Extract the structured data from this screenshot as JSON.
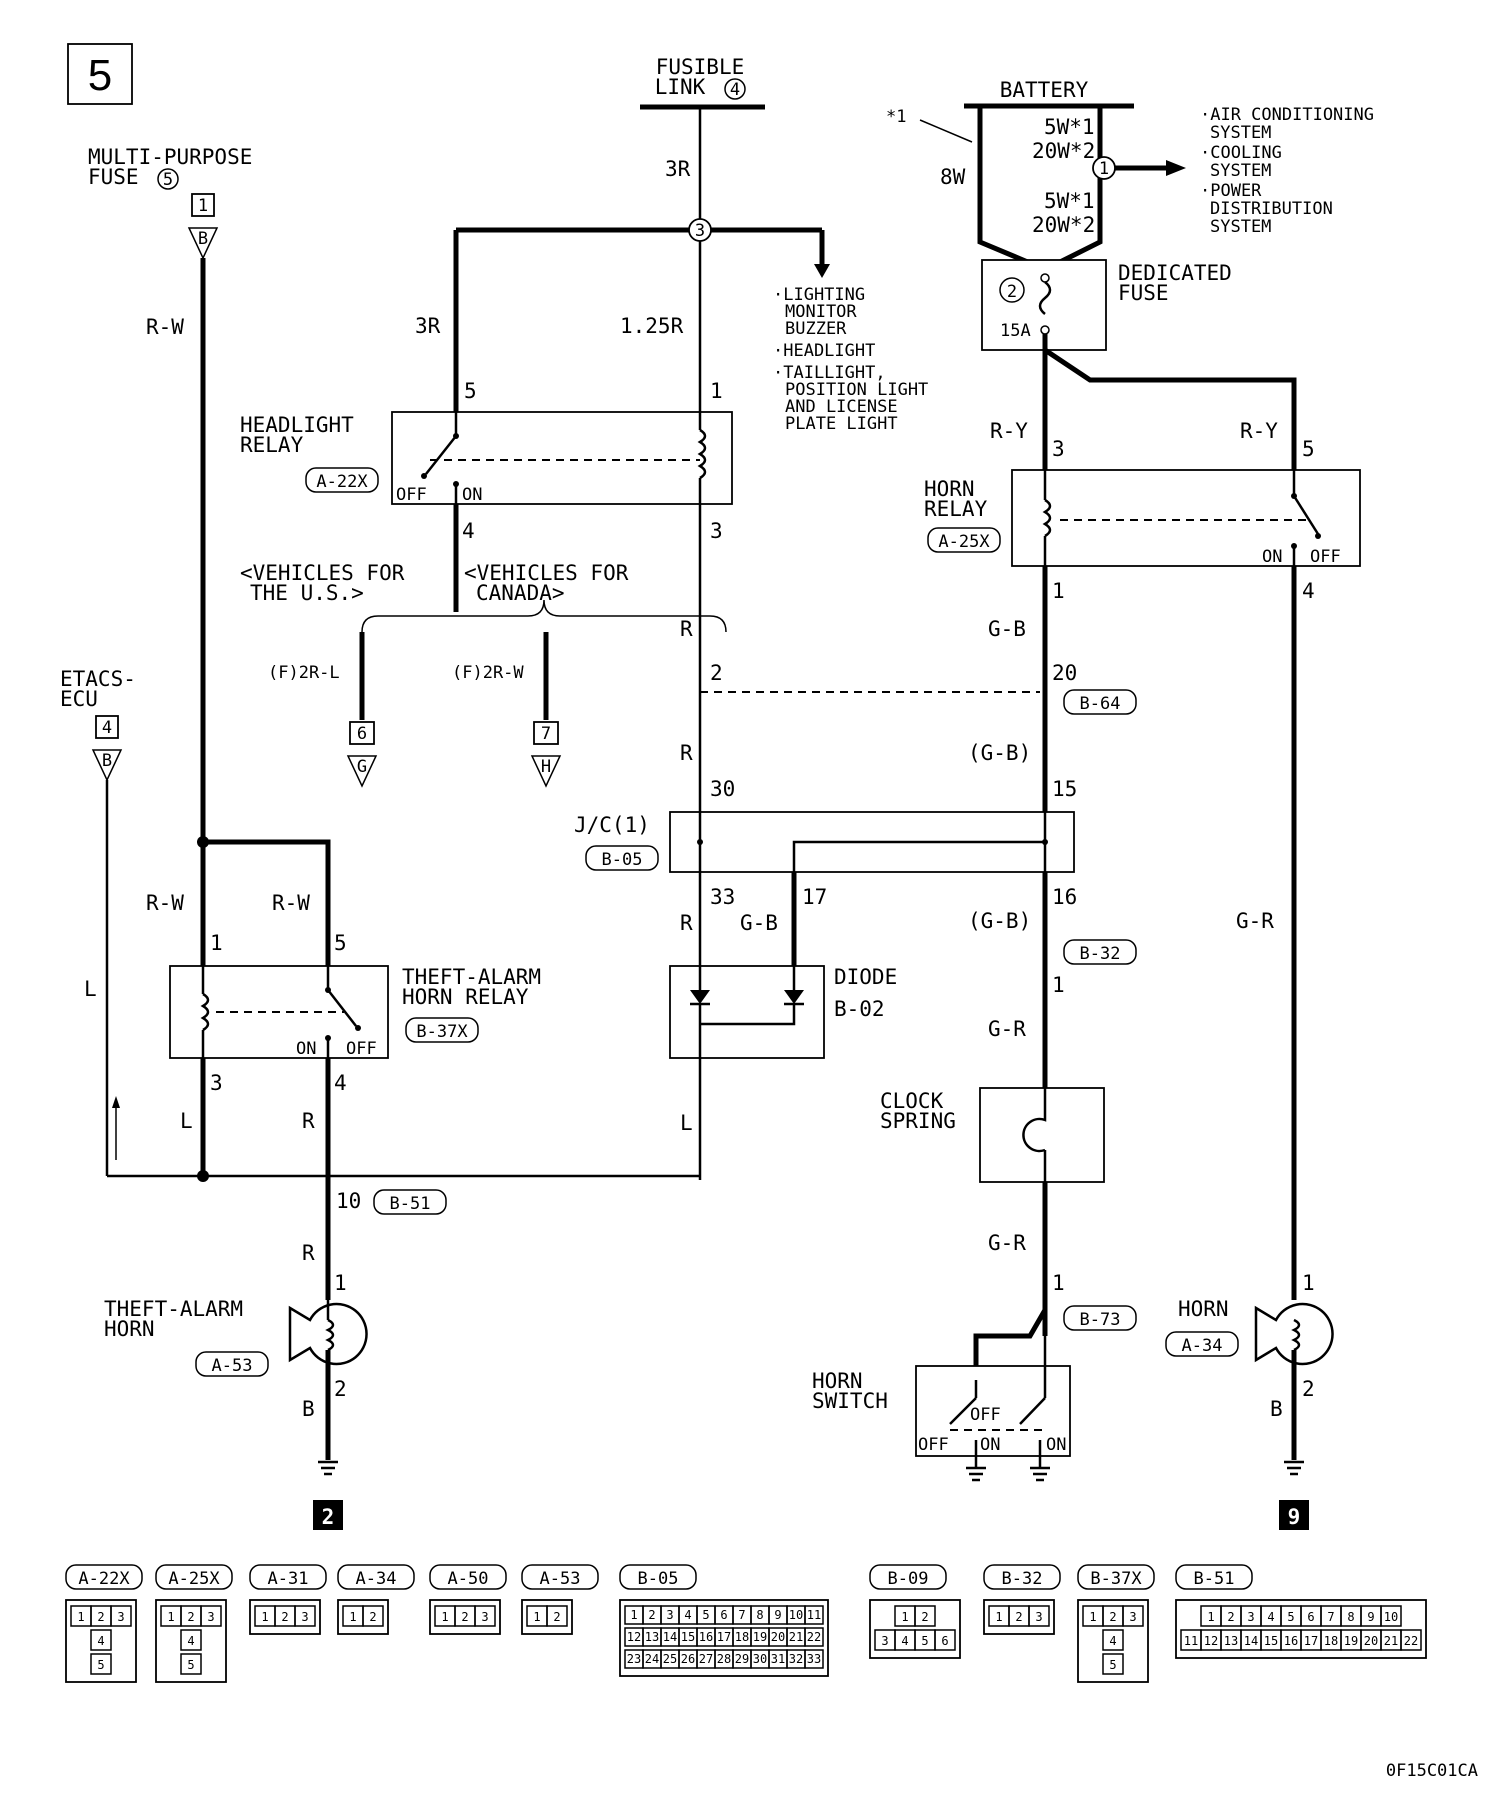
{
  "page": {
    "section_number": "5",
    "figure_code": "0F15C01CA"
  },
  "sources": {
    "fusible_link": {
      "label_line1": "FUSIBLE",
      "label_line2": "LINK",
      "number": "4"
    },
    "multi_purpose_fuse": {
      "label_line1": "MULTI-PURPOSE",
      "label_line2": "FUSE",
      "number": "5",
      "terminal": "1",
      "connector": "B"
    },
    "battery": {
      "label": "BATTERY",
      "note": "*1",
      "wire": "8W"
    },
    "battery_fuse": {
      "rating1a": "5W*1",
      "rating1b": "20W*2",
      "rating2a": "5W*1",
      "rating2b": "20W*2",
      "output_number": "1"
    },
    "battery_outputs": [
      "·AIR CONDITIONING",
      "SYSTEM",
      "·COOLING",
      "SYSTEM",
      "·POWER",
      "DISTRIBUTION",
      "SYSTEM"
    ],
    "dedicated_fuse": {
      "label_line1": "DEDICATED",
      "label_line2": "FUSE",
      "number": "2",
      "rating": "15A"
    },
    "etacs_ecu": {
      "label_line1": "ETACS-",
      "label_line2": "ECU",
      "terminal": "4",
      "connector": "B"
    },
    "splice_number": "3",
    "lighting_outputs": [
      "·LIGHTING",
      "MONITOR",
      "BUZZER",
      "·HEADLIGHT",
      "·TAILLIGHT,",
      "POSITION LIGHT",
      "AND LICENSE",
      "PLATE LIGHT"
    ]
  },
  "components": {
    "headlight_relay": {
      "label_line1": "HEADLIGHT",
      "label_line2": "RELAY",
      "connector": "A-22X",
      "off": "OFF",
      "on": "ON",
      "pin_in": "5",
      "pin_coil_in": "1",
      "pin_out": "4",
      "pin_coil_out": "3"
    },
    "horn_relay": {
      "label_line1": "HORN",
      "label_line2": "RELAY",
      "connector": "A-25X",
      "on": "ON",
      "off": "OFF",
      "pin_coil_in": "3",
      "pin_in": "5",
      "pin_coil_out": "1",
      "pin_out": "4"
    },
    "theft_alarm_horn_relay": {
      "label_line1": "THEFT-ALARM",
      "label_line2": "HORN RELAY",
      "connector": "B-37X",
      "on": "ON",
      "off": "OFF",
      "pin_coil_in": "1",
      "pin_in": "5",
      "pin_coil_out": "3",
      "pin_out": "4"
    },
    "jc": {
      "label": "J/C(1)",
      "connector": "B-05",
      "pin_30": "30",
      "pin_15": "15",
      "pin_33": "33",
      "pin_17": "17",
      "pin_16": "16"
    },
    "diode": {
      "label": "DIODE",
      "id": "B-02"
    },
    "clock_spring": {
      "label_line1": "CLOCK",
      "label_line2": "SPRING"
    },
    "horn_switch": {
      "label_line1": "HORN",
      "label_line2": "SWITCH",
      "off1": "OFF",
      "off2": "OFF",
      "on1": "ON",
      "on2": "ON"
    },
    "theft_alarm_horn": {
      "label_line1": "THEFT-ALARM",
      "label_line2": "HORN",
      "connector": "A-53",
      "pin1": "1",
      "pin2": "2"
    },
    "horn": {
      "label": "HORN",
      "connector": "A-34",
      "pin1": "1",
      "pin2": "2"
    }
  },
  "wires": {
    "fl_out": "3R",
    "hl_relay_feed": "3R",
    "hl_coil_feed": "1.25R",
    "mpf_out": "R-W",
    "thr_coil_feed": "R-W",
    "thr_switch_feed": "R-W",
    "etacs_out": "L",
    "thr_coil_out": "L",
    "diode_out": "L",
    "thr_switch_out": "R",
    "hl_coil_out": "R",
    "hl_jc_feed": "R",
    "jc_diode": "R",
    "jc_diode2": "G-B",
    "horn_relay_feed": "R-Y",
    "horn_relay_feed2": "R-Y",
    "horn_coil_out": "G-B",
    "jc_in_gb": "(G-B)",
    "jc_out_gb": "(G-B)",
    "clock_in": "G-R",
    "clock_out": "G-R",
    "horn_relay_out": "G-R",
    "theft_horn_feed": "R",
    "theft_horn_gnd": "B",
    "horn_gnd": "B"
  },
  "vehicle_variants": {
    "us": {
      "label_line1": "<VEHICLES FOR",
      "label_line2": "THE U.S.>",
      "wire": "(F)2R-L",
      "ref": "6",
      "dest": "G"
    },
    "canada": {
      "label_line1": "<VEHICLES FOR",
      "label_line2": "CANADA>",
      "wire": "(F)2R-W",
      "ref": "7",
      "dest": "H"
    }
  },
  "junctions": {
    "b64": {
      "connector": "B-64",
      "pin_left": "2",
      "pin_right": "20"
    },
    "b32": {
      "connector": "B-32",
      "pin": "1"
    },
    "b51": {
      "connector": "B-51",
      "pin": "10"
    },
    "b73": {
      "connector": "B-73",
      "pin": "1"
    }
  },
  "grounds": {
    "left_ref": "2",
    "right_ref": "9"
  },
  "connector_views": [
    {
      "id": "A-22X",
      "rows": [
        [
          "1",
          "2",
          "3"
        ],
        [
          "4"
        ],
        [
          "5"
        ]
      ]
    },
    {
      "id": "A-25X",
      "rows": [
        [
          "1",
          "2",
          "3"
        ],
        [
          "4"
        ],
        [
          "5"
        ]
      ]
    },
    {
      "id": "A-31",
      "rows": [
        [
          "1",
          "2",
          "3"
        ]
      ]
    },
    {
      "id": "A-34",
      "rows": [
        [
          "1",
          "2"
        ]
      ]
    },
    {
      "id": "A-50",
      "rows": [
        [
          "1",
          "2",
          "3"
        ]
      ]
    },
    {
      "id": "A-53",
      "rows": [
        [
          "1",
          "2"
        ]
      ]
    },
    {
      "id": "B-05",
      "rows": [
        [
          "1",
          "2",
          "3",
          "4",
          "5",
          "6",
          "7",
          "8",
          "9",
          "10",
          "11"
        ],
        [
          "12",
          "13",
          "14",
          "15",
          "16",
          "17",
          "18",
          "19",
          "20",
          "21",
          "22"
        ],
        [
          "23",
          "24",
          "25",
          "26",
          "27",
          "28",
          "29",
          "30",
          "31",
          "32",
          "33"
        ]
      ]
    },
    {
      "id": "B-09",
      "rows": [
        [
          "1",
          "2"
        ],
        [
          "3",
          "4",
          "5",
          "6"
        ]
      ]
    },
    {
      "id": "B-32",
      "rows": [
        [
          "1",
          "2",
          "3"
        ]
      ]
    },
    {
      "id": "B-37X",
      "rows": [
        [
          "1",
          "2",
          "3"
        ],
        [
          "4"
        ],
        [
          "5"
        ]
      ]
    },
    {
      "id": "B-51",
      "rows": [
        [
          "1",
          "2",
          "3",
          "4",
          "5",
          "6",
          "7",
          "8",
          "9",
          "10"
        ],
        [
          "11",
          "12",
          "13",
          "14",
          "15",
          "16",
          "17",
          "18",
          "19",
          "20",
          "21",
          "22"
        ]
      ]
    }
  ]
}
